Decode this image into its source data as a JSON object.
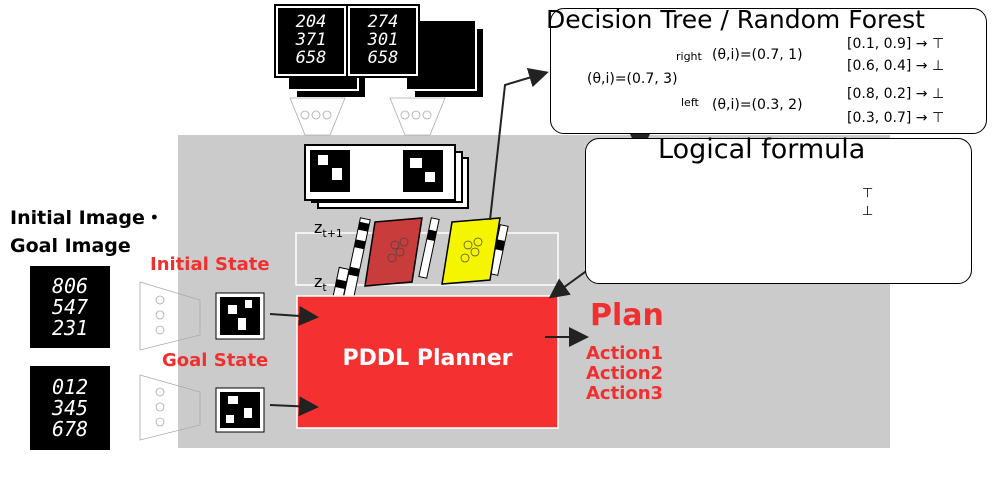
{
  "labels": {
    "initial_image": "Initial Image・",
    "goal_image": "Goal Image",
    "initial_state": "Initial State",
    "goal_state": "Goal State",
    "z_next_base": "z",
    "z_next_sub": "t+1",
    "z_cur_base": "z",
    "z_cur_sub": "t"
  },
  "mnist": {
    "top_a": [
      "204",
      "371",
      "658"
    ],
    "top_b": [
      "274",
      "301",
      "658"
    ],
    "initial": [
      "806",
      "547",
      "231"
    ],
    "goal": [
      "012",
      "345",
      "678"
    ]
  },
  "planner": {
    "title": "PDDL Planner"
  },
  "plan": {
    "title": "Plan",
    "actions": [
      "Action1",
      "Action2",
      "Action3"
    ]
  },
  "tree": {
    "title": "Decision Tree / Random Forest",
    "root": "(θ,i)=(0.7, 3)",
    "right_label": "right",
    "left_label": "left",
    "right_node": "(θ,i)=(0.7, 1)",
    "left_node": "(θ,i)=(0.3, 2)",
    "leaves": [
      "[0.1, 0.9] → ⊤",
      "[0.6, 0.4] → ⊥",
      "[0.8, 0.2] → ⊥",
      "[0.3, 0.7] → ⊤"
    ]
  },
  "formula": {
    "title": "Logical formula",
    "symbols": [
      "⊤",
      "⊥"
    ]
  }
}
